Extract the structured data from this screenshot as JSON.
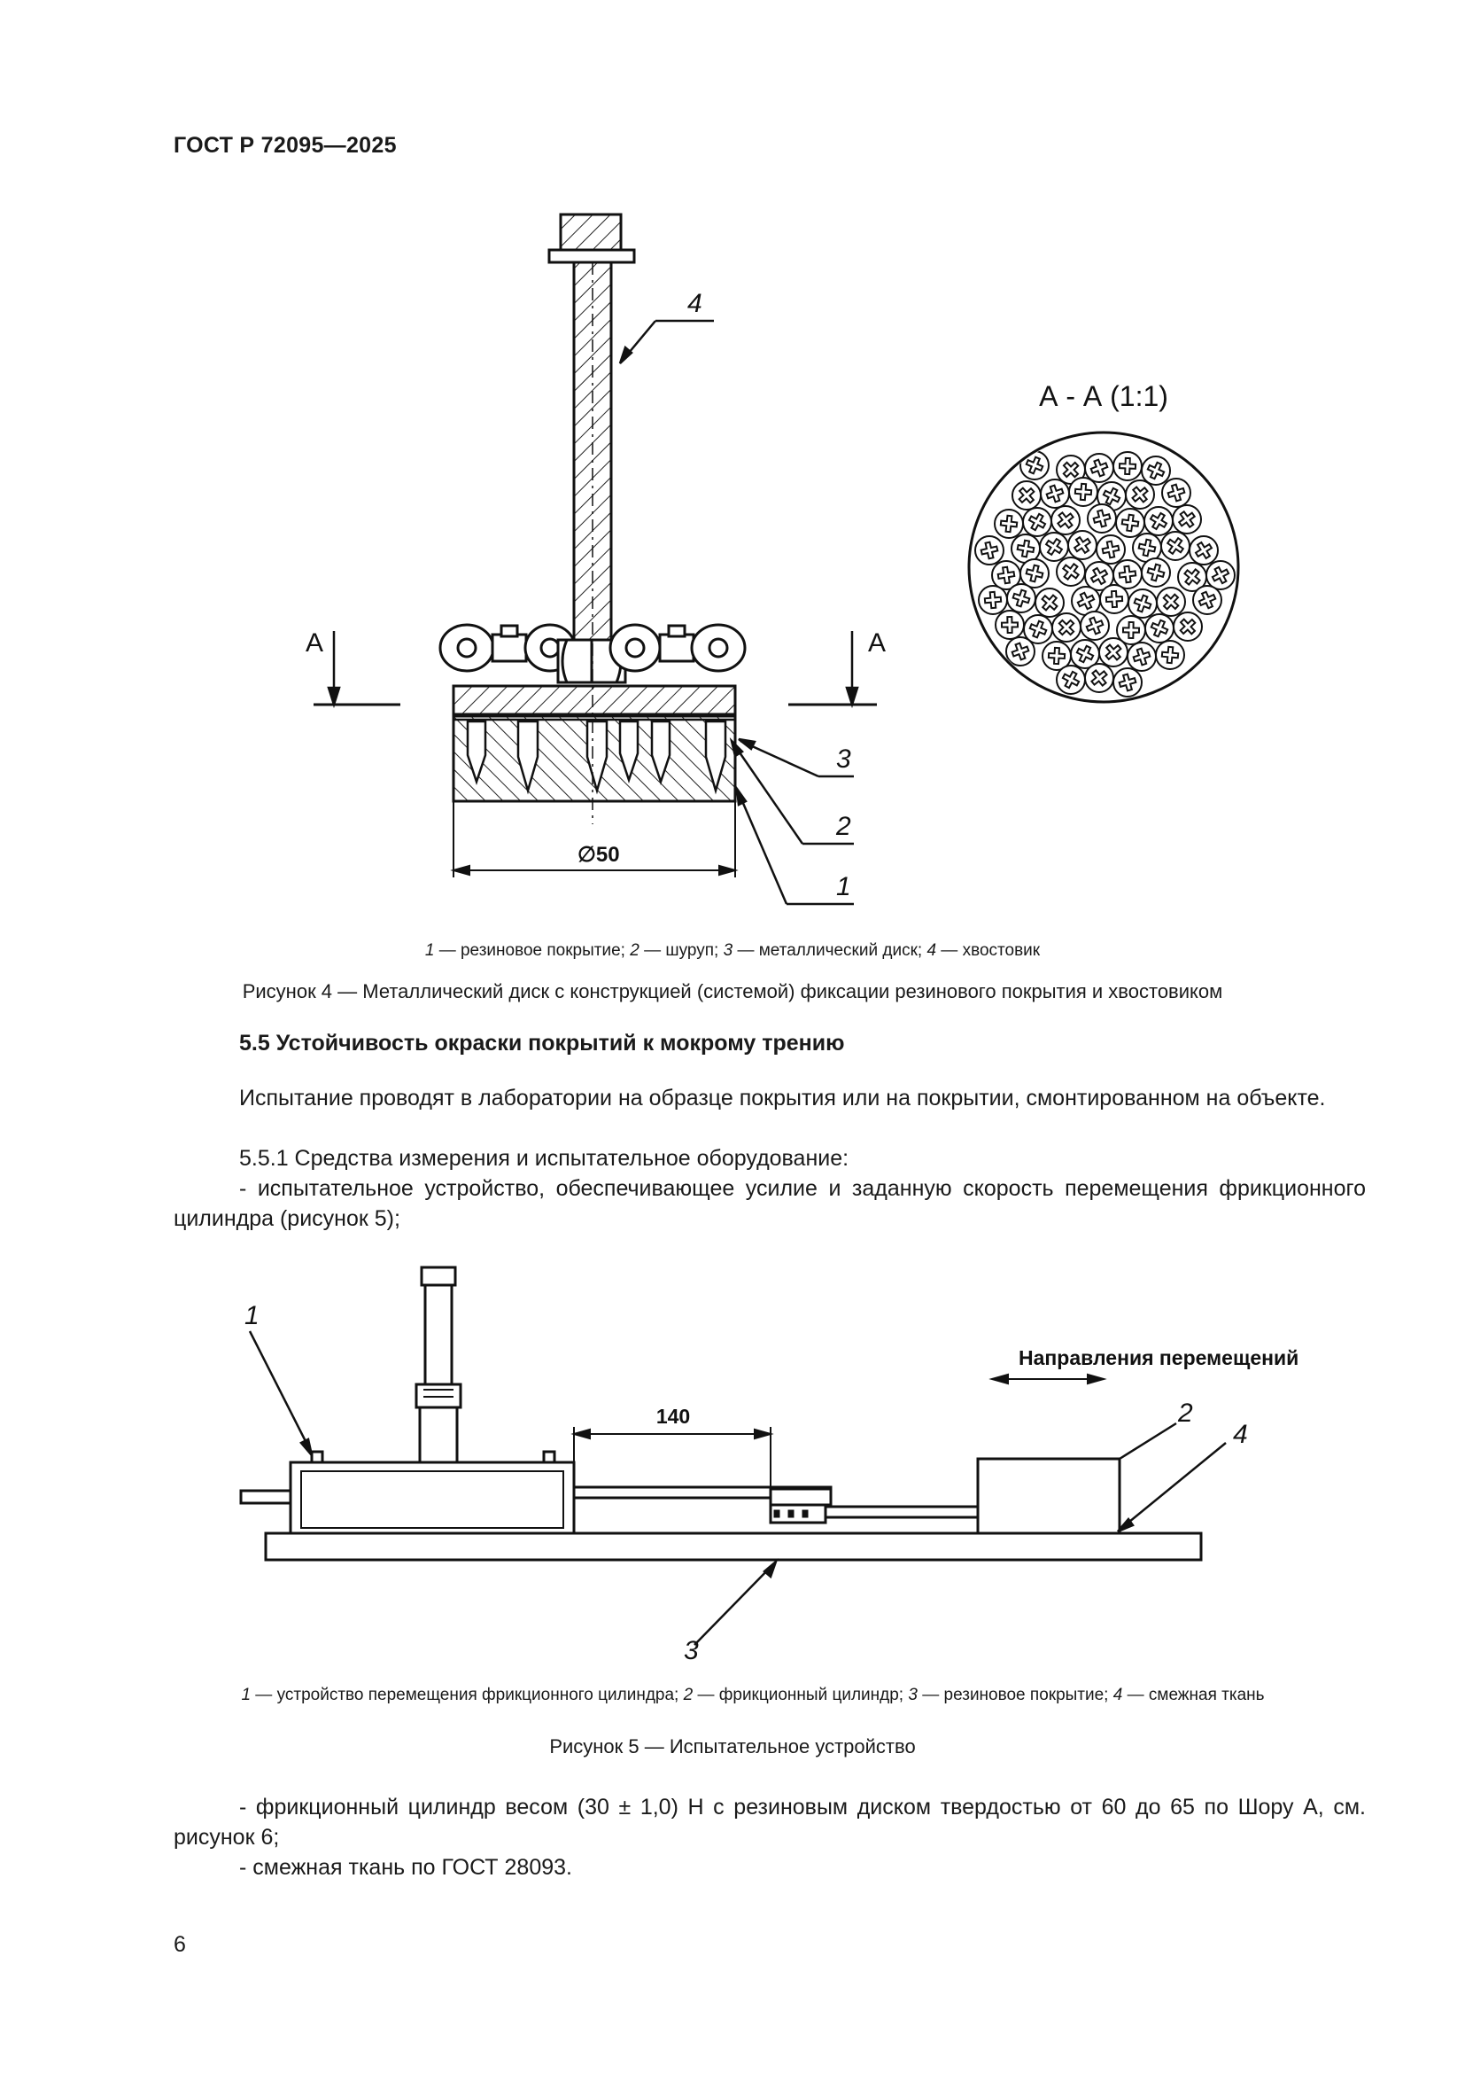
{
  "header": {
    "code": "ГОСТ Р 72095—2025"
  },
  "figure4": {
    "callouts": [
      "4",
      "3",
      "2",
      "1"
    ],
    "section_marks": [
      "А",
      "А"
    ],
    "section_title": "А - А (1:1)",
    "dimension": "∅50",
    "legend": [
      {
        "num": "1",
        "text": " — резиновое покрытие; "
      },
      {
        "num": "2",
        "text": " — шуруп; "
      },
      {
        "num": "3",
        "text": " — металлический диск; "
      },
      {
        "num": "4",
        "text": " — хвостовик"
      }
    ],
    "caption": "Рисунок 4 — Металлический диск с конструкцией (системой) фиксации резинового покрытия и хвостовиком"
  },
  "section": {
    "heading": "5.5 Устойчивость окраски покрытий к мокрому трению",
    "p1": "Испытание проводят в лаборатории на образце покрытия или на покрытии, смонтированном на объекте.",
    "p2": "5.5.1 Средства измерения и испытательное оборудование:",
    "p3": "- испытательное устройство, обеспечивающее усилие и заданную скорость перемещения фрикционного цилиндра (рисунок 5);"
  },
  "figure5": {
    "callouts": [
      "1",
      "2",
      "4",
      "3"
    ],
    "direction_label": "Направления перемещений",
    "dimension": "140",
    "legend": [
      {
        "num": "1",
        "text": " — устройство перемещения фрикционного цилиндра; "
      },
      {
        "num": "2",
        "text": " — фрикционный цилиндр; "
      },
      {
        "num": "3",
        "text": " — резиновое покрытие; "
      },
      {
        "num": "4",
        "text": " — смежная ткань"
      }
    ],
    "caption": "Рисунок 5 — Испытательное устройство"
  },
  "after": {
    "p4": "- фрикционный цилиндр весом (30 ± 1,0) Н с резиновым диском твердостью от 60 до 65 по Шору А, см. рисунок 6;",
    "p5": "- смежная ткань по ГОСТ 28093."
  },
  "page_number": "6"
}
